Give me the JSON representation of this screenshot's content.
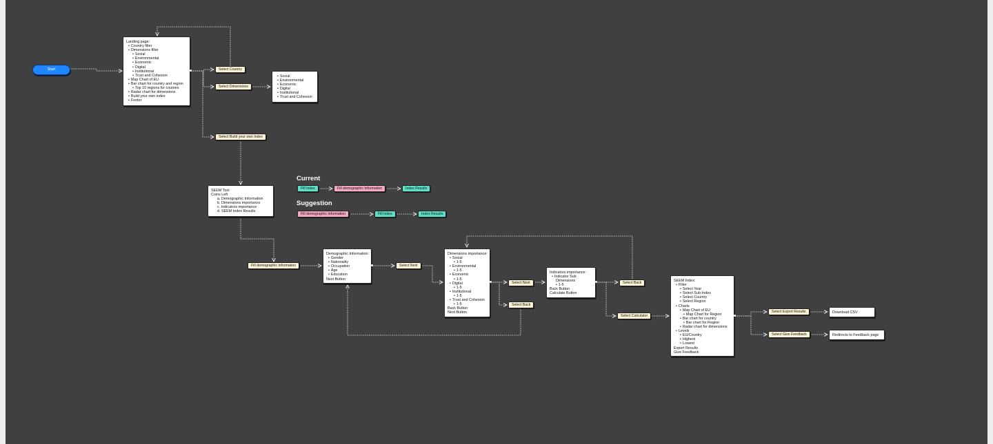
{
  "start": {
    "label": "Start"
  },
  "landing": {
    "lines": [
      {
        "t": "Landing page:",
        "l": 0
      },
      {
        "t": "Country filter",
        "l": 1
      },
      {
        "t": "Dimensions filter",
        "l": 1
      },
      {
        "t": "Social",
        "l": 2
      },
      {
        "t": "Environmental",
        "l": 2
      },
      {
        "t": "Economic",
        "l": 2
      },
      {
        "t": "Digital",
        "l": 2
      },
      {
        "t": "Institutional",
        "l": 2
      },
      {
        "t": "Trust and Cohesion",
        "l": 2
      },
      {
        "t": "Map Chart of EU",
        "l": 1
      },
      {
        "t": "Bar chart for country and region",
        "l": 1
      },
      {
        "t": "Top 10 regions for coutries",
        "l": 2
      },
      {
        "t": "Radar chart for dimensions",
        "l": 1
      },
      {
        "t": "Build your own index",
        "l": 1
      },
      {
        "t": "Footer",
        "l": 1
      }
    ]
  },
  "actions": {
    "select_country": "Select Country",
    "select_dimensions": "Select Dimensions",
    "select_build_index": "Select Build your own Index",
    "fill_demographic": "Fill demographic information",
    "select_next_1": "Select Next",
    "select_next_2": "Select Next",
    "select_back_1": "Select Back",
    "select_back_2": "Select Back",
    "select_calculator": "Select Calculator",
    "select_export": "Select Export Results",
    "select_feedback": "Select Give Feedback"
  },
  "dimensions_list": {
    "lines": [
      {
        "t": "Social",
        "l": 1
      },
      {
        "t": "Environmental",
        "l": 1
      },
      {
        "t": "Economic",
        "l": 1
      },
      {
        "t": "Digital",
        "l": 1
      },
      {
        "t": "Institutional",
        "l": 1
      },
      {
        "t": "Trust and Cohesion",
        "l": 1
      }
    ]
  },
  "seem_tool": {
    "lines": [
      {
        "t": "SEEM Tool",
        "l": 0
      },
      {
        "t": "Coins Left",
        "l": 0
      },
      {
        "t": "a. Demographic Information",
        "l": 2,
        "num": true
      },
      {
        "t": "b. Dimensions importance",
        "l": 2,
        "num": true
      },
      {
        "t": "c. Indicators importance",
        "l": 2,
        "num": true
      },
      {
        "t": "d. SEEM Index Results",
        "l": 2,
        "num": true
      }
    ]
  },
  "current": {
    "heading": "Current",
    "steps": [
      "Fill Index",
      "Fill demographic information",
      "Index Results"
    ]
  },
  "suggestion": {
    "heading": "Suggestion",
    "steps": [
      "Fill demographic information",
      "Fill Index",
      "Index Results"
    ]
  },
  "demographic": {
    "lines": [
      {
        "t": "Demographic Information:",
        "l": 0
      },
      {
        "t": "Gender",
        "l": 1
      },
      {
        "t": "Nationality",
        "l": 1
      },
      {
        "t": "Occupation",
        "l": 1
      },
      {
        "t": "Age",
        "l": 1
      },
      {
        "t": "Education",
        "l": 1
      },
      {
        "t": "Next Button",
        "l": 0
      }
    ]
  },
  "dim_importance": {
    "lines": [
      {
        "t": "Dimensions importance:",
        "l": 0
      },
      {
        "t": "Social",
        "l": 1
      },
      {
        "t": "1-5",
        "l": 2
      },
      {
        "t": "Environmental",
        "l": 1
      },
      {
        "t": "1-5",
        "l": 2
      },
      {
        "t": "Economic",
        "l": 1
      },
      {
        "t": "1-5",
        "l": 2
      },
      {
        "t": "Digital",
        "l": 1
      },
      {
        "t": "1-5",
        "l": 2
      },
      {
        "t": "Institutional",
        "l": 1
      },
      {
        "t": "1-5",
        "l": 2
      },
      {
        "t": "Trust and Cohesion",
        "l": 1
      },
      {
        "t": "1-5",
        "l": 2
      },
      {
        "t": "Back Button",
        "l": 0
      },
      {
        "t": "Next Button",
        "l": 0
      }
    ]
  },
  "ind_importance": {
    "lines": [
      {
        "t": "Indicators importance:",
        "l": 0
      },
      {
        "t": "Indicator Sub",
        "l": 1
      },
      {
        "t": "Dimensions",
        "l": 2,
        "num": true
      },
      {
        "t": "1-5",
        "l": 2
      },
      {
        "t": "Back Button",
        "l": 0
      },
      {
        "t": "Calculate Button",
        "l": 0
      }
    ]
  },
  "seem_index": {
    "lines": [
      {
        "t": "SEEM Index:",
        "l": 0
      },
      {
        "t": "Filter",
        "l": 1
      },
      {
        "t": "Select Year",
        "l": 2
      },
      {
        "t": "Select Sub-Index",
        "l": 2
      },
      {
        "t": "Select Country",
        "l": 2
      },
      {
        "t": "Select Region",
        "l": 2
      },
      {
        "t": "Charts",
        "l": 1
      },
      {
        "t": "Map Chart of EU",
        "l": 2
      },
      {
        "t": "Map Chart for Region",
        "l": 3
      },
      {
        "t": "Bar chart for country",
        "l": 2
      },
      {
        "t": "Bar chart for Region",
        "l": 3
      },
      {
        "t": "Radar chart for dimensions",
        "l": 2
      },
      {
        "t": "Levels",
        "l": 1
      },
      {
        "t": "EU/Country",
        "l": 2
      },
      {
        "t": "Highest",
        "l": 2
      },
      {
        "t": "Lowest",
        "l": 2
      },
      {
        "t": "Export Results",
        "l": 0
      },
      {
        "t": "Give Feedback",
        "l": 0
      }
    ]
  },
  "outcomes": {
    "download_csv": "Download CSV",
    "redirect_feedback": "Redirects to Feedback page"
  },
  "colors": {
    "canvas": "#404040",
    "start": "#1f86ff",
    "action": "#fbf3d5",
    "green": "#5fe0c6",
    "pink": "#f5a8c2"
  }
}
